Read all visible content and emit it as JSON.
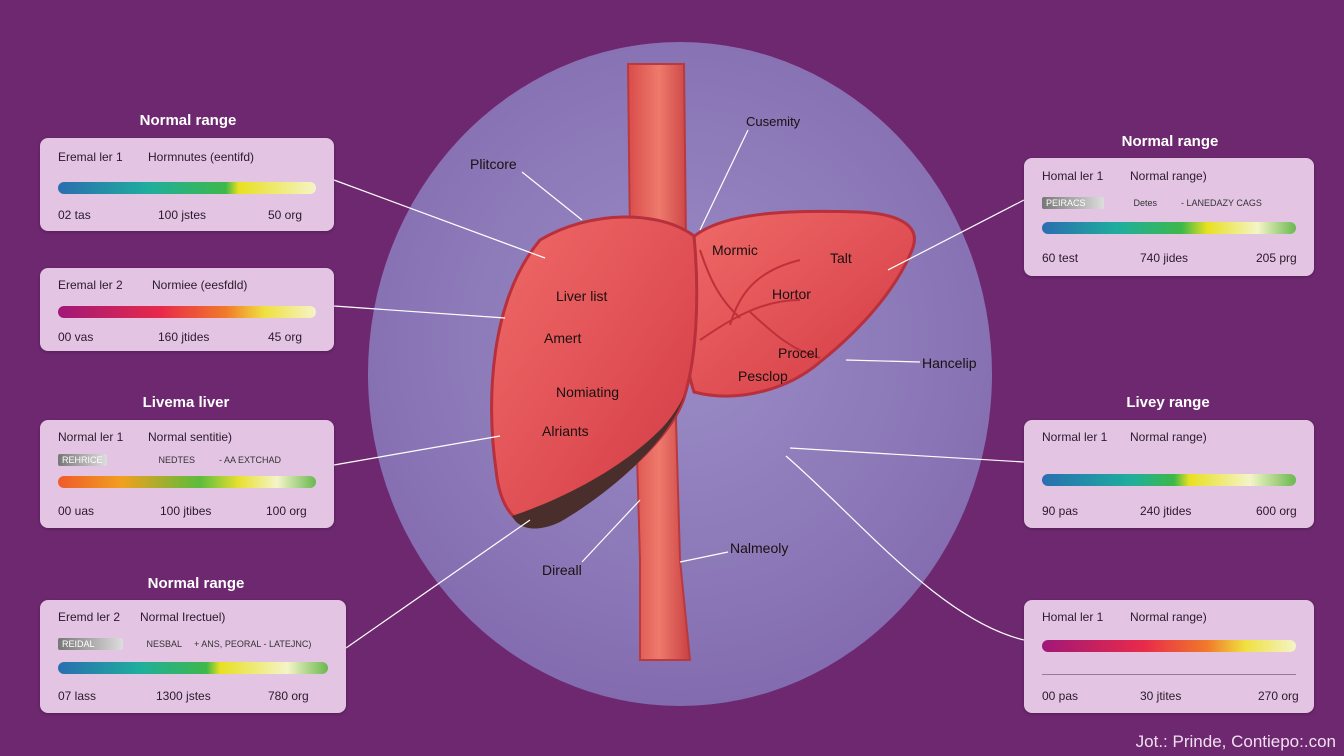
{
  "panels": [
    {
      "title": "Normal range",
      "label1": "Eremal ler 1",
      "label2": "Hormnutes (eentifd)",
      "ticks": [
        "02 tas",
        "100 jstes",
        "50 org"
      ],
      "chip": null
    },
    {
      "title": "",
      "label1": "Eremal ler 2",
      "label2": "Normiee (eesfdld)",
      "ticks": [
        "00 vas",
        "160 jtides",
        "45 org"
      ],
      "chip": null
    },
    {
      "title": "Livema liver",
      "label1": "Normal ler 1",
      "label2": "Normal sentitie)",
      "ticks": [
        "00 uas",
        "100 jtibes",
        "100 org"
      ],
      "chip": {
        "a": "REHRICE",
        "b": "NEDTES",
        "c": "- AA EXTCHAD"
      }
    },
    {
      "title": "Normal range",
      "label1": "Eremd ler 2",
      "label2": "Normal Irectuel)",
      "ticks": [
        "07 lass",
        "1300 jstes",
        "780 org"
      ],
      "chip": {
        "a": "REIDAL",
        "b": "NESBAL",
        "c": "+ ANS, PEORAL - LATEJNC)"
      }
    },
    {
      "title": "Normal range",
      "label1": "Homal ler 1",
      "label2": "Normal range)",
      "ticks": [
        "60 test",
        "740 jides",
        "205 prg"
      ],
      "chip": {
        "a": "PEIRACS",
        "b": "Detes",
        "c": "- LANEDAZY CAGS"
      }
    },
    {
      "title": "Livey range",
      "label1": "Normal ler 1",
      "label2": "Normal range)",
      "ticks": [
        "90 pas",
        "240 jtides",
        "600 org"
      ],
      "chip": null
    },
    {
      "title": "",
      "label1": "Homal ler 1",
      "label2": "Normal range)",
      "ticks": [
        "00 pas",
        "30 jtites",
        "270 org"
      ],
      "chip": null
    }
  ],
  "organ_labels": {
    "plitcore": "Plitcore",
    "cusemity": "Cusemity",
    "liver_list": "Liver list",
    "amert": "Amert",
    "nomiating": "Nomiating",
    "alriants": "Alriants",
    "mormic": "Mormic",
    "talt": "Talt",
    "hortor": "Hortor",
    "procel": "Procel",
    "pesclop": "Pesclop",
    "hancelip": "Hancelip",
    "nalmeoly": "Nalmeoly",
    "direall": "Direall"
  },
  "footer": "Jot.: Prinde, Contiepo:.con",
  "colors": {
    "background": "#6e2870",
    "panel": "#e3c4e3",
    "liver": "#e04a4e",
    "vessel": "#e0605a"
  }
}
